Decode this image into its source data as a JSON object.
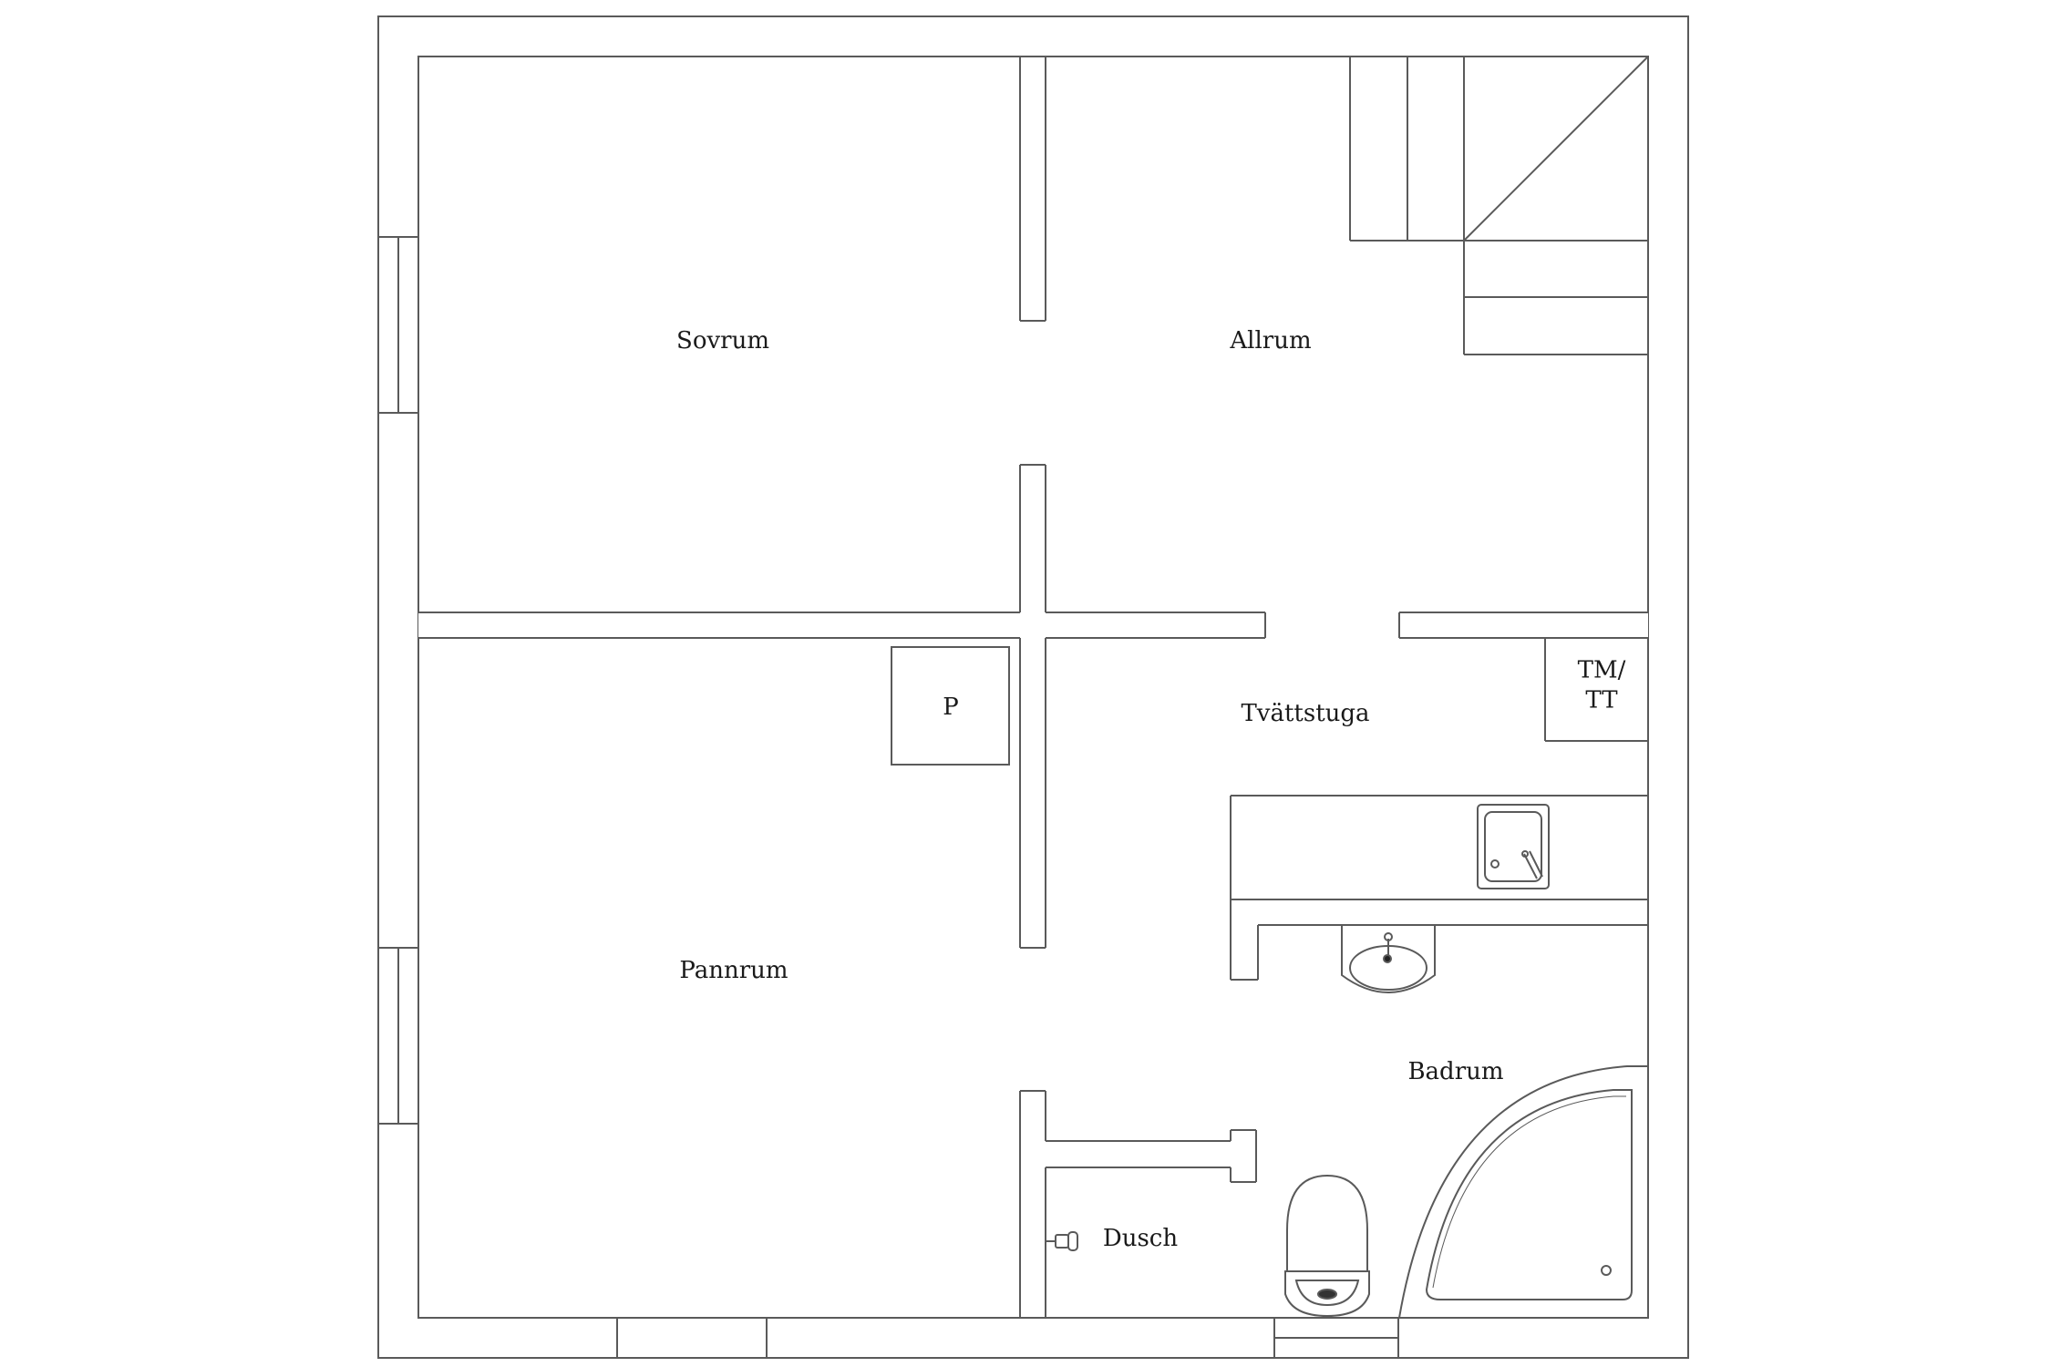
{
  "floorplan": {
    "rooms": {
      "sovrum": "Sovrum",
      "allrum": "Allrum",
      "tvattstuga": "Tvättstuga",
      "pannrum": "Pannrum",
      "badrum": "Badrum",
      "dusch": "Dusch"
    },
    "fixtures": {
      "pump": "P",
      "tm_line1": "TM/",
      "tm_line2": "TT"
    },
    "colors": {
      "line": "#5a5a5a",
      "background": "#ffffff",
      "text": "#1a1a1a"
    }
  }
}
